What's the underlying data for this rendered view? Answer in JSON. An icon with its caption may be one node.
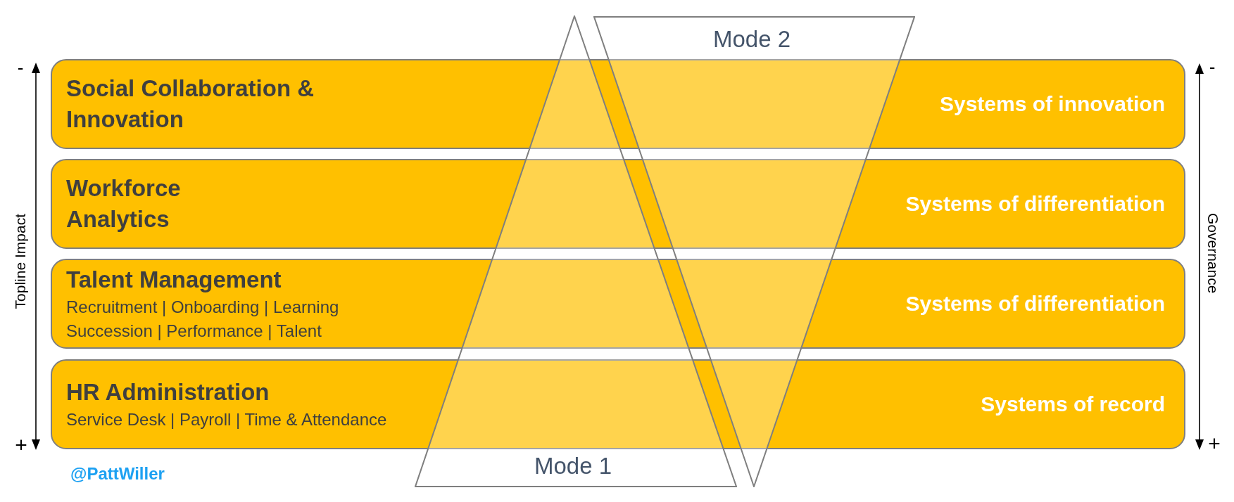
{
  "diagram": {
    "nodes": [
      {
        "text": [
          "Mode 2"
        ]
      },
      {
        "text": [
          "Social Collaboration & Innovation",
          "Systems of innovation"
        ]
      },
      {
        "text": [
          "Workforce Analytics",
          "Systems of differentiation"
        ]
      },
      {
        "text": [
          "Talent Management",
          "Recruitment | Onboarding | Learning Succession | Performance | Talent",
          "Systems of differentiation"
        ]
      },
      {
        "text": [
          "HR Administration",
          "Service Desk | Payroll | Time & Attendance",
          "Systems of record"
        ]
      },
      {
        "text": [
          "Mode 1"
        ]
      }
    ],
    "labels": [
      "-",
      "-",
      "Topline Impact",
      "Governance",
      "+",
      "+",
      "@PattWiller"
    ]
  }
}
